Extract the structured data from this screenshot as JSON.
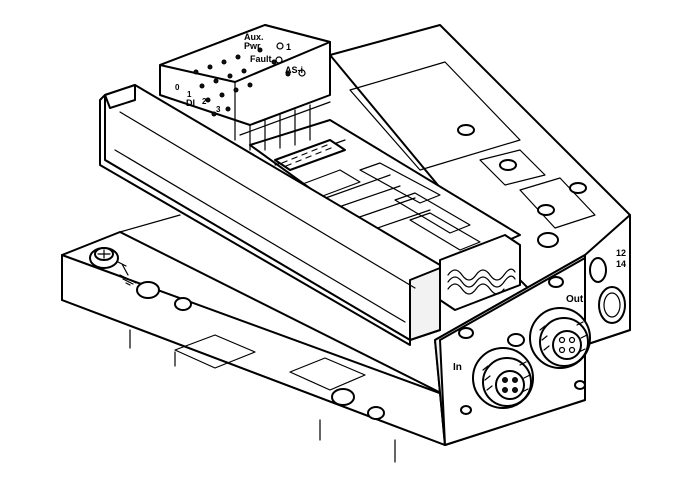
{
  "labels": {
    "aux_pwr": "Aux.\nPwr",
    "fault": "Fault",
    "one": "1",
    "as_i": "AS-i",
    "di": "DI",
    "n0": "0",
    "n1": "1",
    "n2": "2",
    "n3": "3",
    "out": "Out",
    "in": "In",
    "port12": "12",
    "port14": "14"
  }
}
